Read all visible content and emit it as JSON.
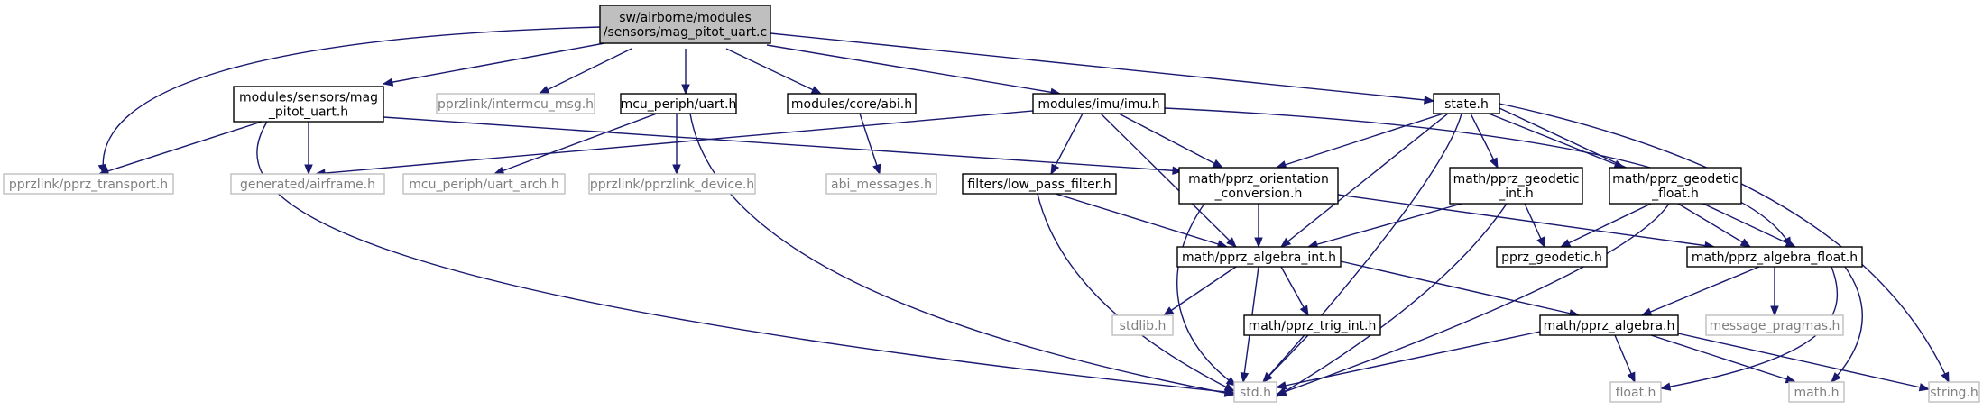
{
  "graph": {
    "nodes": {
      "main": {
        "lines": [
          "sw/airborne/modules",
          "/sensors/mag_pitot_uart.c"
        ],
        "kind": "main"
      },
      "magh": {
        "lines": [
          "modules/sensors/mag",
          "_pitot_uart.h"
        ],
        "kind": "local"
      },
      "intermcu": {
        "lines": [
          "pprzlink/intermcu_msg.h"
        ],
        "kind": "ext"
      },
      "uart": {
        "lines": [
          "mcu_periph/uart.h"
        ],
        "kind": "local"
      },
      "abi": {
        "lines": [
          "modules/core/abi.h"
        ],
        "kind": "local"
      },
      "imu": {
        "lines": [
          "modules/imu/imu.h"
        ],
        "kind": "local"
      },
      "state": {
        "lines": [
          "state.h"
        ],
        "kind": "local"
      },
      "ptrans": {
        "lines": [
          "pprzlink/pprz_transport.h"
        ],
        "kind": "ext"
      },
      "airframe": {
        "lines": [
          "generated/airframe.h"
        ],
        "kind": "ext"
      },
      "uartarch": {
        "lines": [
          "mcu_periph/uart_arch.h"
        ],
        "kind": "ext"
      },
      "pdev": {
        "lines": [
          "pprzlink/pprzlink_device.h"
        ],
        "kind": "ext"
      },
      "abimsg": {
        "lines": [
          "abi_messages.h"
        ],
        "kind": "ext"
      },
      "lowpass": {
        "lines": [
          "filters/low_pass_filter.h"
        ],
        "kind": "local"
      },
      "orient": {
        "lines": [
          "math/pprz_orientation",
          "_conversion.h"
        ],
        "kind": "local"
      },
      "geoint": {
        "lines": [
          "math/pprz_geodetic",
          "_int.h"
        ],
        "kind": "local"
      },
      "geofloat": {
        "lines": [
          "math/pprz_geodetic",
          "_float.h"
        ],
        "kind": "local"
      },
      "algint": {
        "lines": [
          "math/pprz_algebra_int.h"
        ],
        "kind": "local"
      },
      "geodetic": {
        "lines": [
          "pprz_geodetic.h"
        ],
        "kind": "local"
      },
      "algfloat": {
        "lines": [
          "math/pprz_algebra_float.h"
        ],
        "kind": "local"
      },
      "stdlib": {
        "lines": [
          "stdlib.h"
        ],
        "kind": "ext"
      },
      "trig": {
        "lines": [
          "math/pprz_trig_int.h"
        ],
        "kind": "local"
      },
      "alg": {
        "lines": [
          "math/pprz_algebra.h"
        ],
        "kind": "local"
      },
      "msgprag": {
        "lines": [
          "message_pragmas.h"
        ],
        "kind": "ext"
      },
      "std": {
        "lines": [
          "std.h"
        ],
        "kind": "ext"
      },
      "float": {
        "lines": [
          "float.h"
        ],
        "kind": "ext"
      },
      "math": {
        "lines": [
          "math.h"
        ],
        "kind": "ext"
      },
      "string": {
        "lines": [
          "string.h"
        ],
        "kind": "ext"
      }
    },
    "edges": [
      [
        "main",
        "magh"
      ],
      [
        "main",
        "intermcu"
      ],
      [
        "main",
        "uart"
      ],
      [
        "main",
        "abi"
      ],
      [
        "main",
        "imu"
      ],
      [
        "main",
        "state"
      ],
      [
        "main",
        "ptrans"
      ],
      [
        "magh",
        "ptrans"
      ],
      [
        "magh",
        "airframe"
      ],
      [
        "magh",
        "orient"
      ],
      [
        "magh",
        "std"
      ],
      [
        "uart",
        "uartarch"
      ],
      [
        "uart",
        "pdev"
      ],
      [
        "uart",
        "std"
      ],
      [
        "abi",
        "abimsg"
      ],
      [
        "imu",
        "airframe"
      ],
      [
        "imu",
        "lowpass"
      ],
      [
        "imu",
        "orient"
      ],
      [
        "imu",
        "algint"
      ],
      [
        "imu",
        "algfloat"
      ],
      [
        "state",
        "orient"
      ],
      [
        "state",
        "geoint"
      ],
      [
        "state",
        "geofloat"
      ],
      [
        "state",
        "algint"
      ],
      [
        "state",
        "algfloat"
      ],
      [
        "state",
        "std"
      ],
      [
        "state",
        "string"
      ],
      [
        "lowpass",
        "algint"
      ],
      [
        "lowpass",
        "std"
      ],
      [
        "orient",
        "algint"
      ],
      [
        "orient",
        "algfloat"
      ],
      [
        "orient",
        "std"
      ],
      [
        "geoint",
        "algint"
      ],
      [
        "geoint",
        "geodetic"
      ],
      [
        "geoint",
        "std"
      ],
      [
        "geofloat",
        "geodetic"
      ],
      [
        "geofloat",
        "algfloat"
      ],
      [
        "geofloat",
        "std"
      ],
      [
        "algint",
        "stdlib"
      ],
      [
        "algint",
        "trig"
      ],
      [
        "algint",
        "alg"
      ],
      [
        "algint",
        "std"
      ],
      [
        "trig",
        "std"
      ],
      [
        "algfloat",
        "alg"
      ],
      [
        "algfloat",
        "msgprag"
      ],
      [
        "algfloat",
        "float"
      ],
      [
        "algfloat",
        "math"
      ],
      [
        "alg",
        "std"
      ],
      [
        "alg",
        "float"
      ],
      [
        "alg",
        "math"
      ],
      [
        "alg",
        "string"
      ]
    ]
  }
}
